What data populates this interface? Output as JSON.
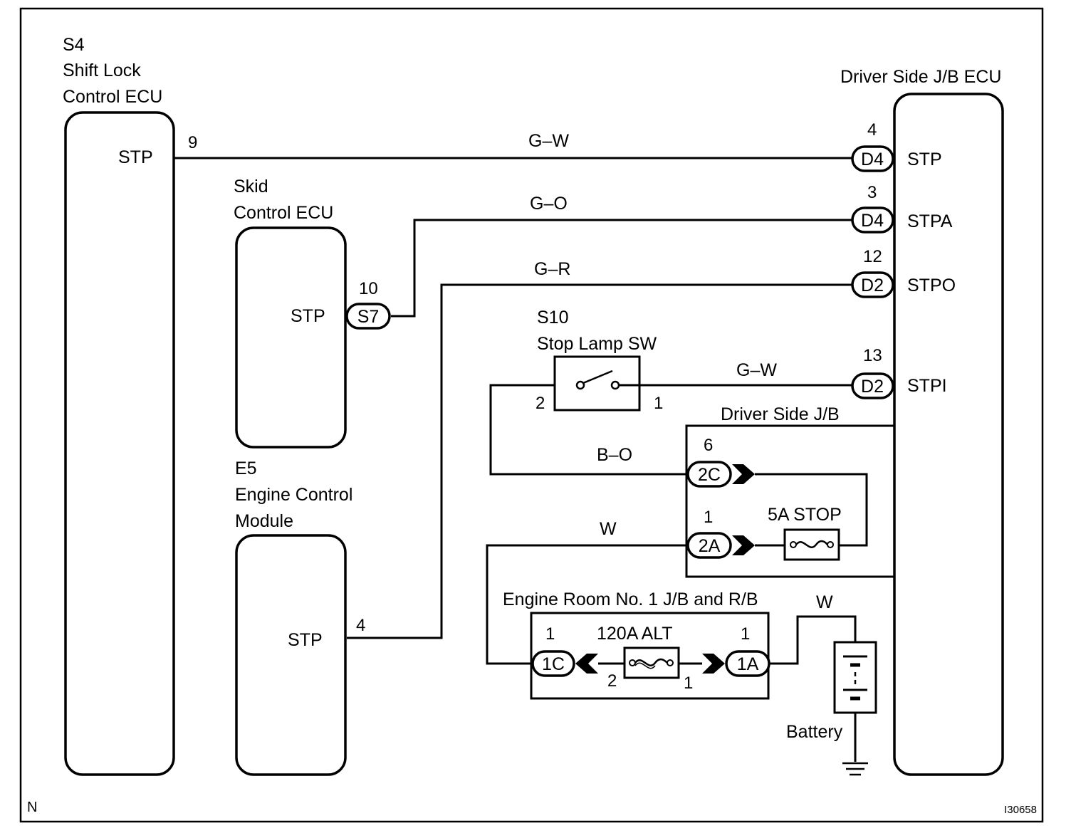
{
  "components": {
    "shift_lock_ecu": {
      "code": "S4",
      "name_line1": "Shift Lock",
      "name_line2": "Control ECU",
      "terminal": "STP",
      "pin": "9"
    },
    "skid_ecu": {
      "name_line1": "Skid",
      "name_line2": "Control ECU",
      "terminal": "STP",
      "pin": "10",
      "connector": "S7"
    },
    "engine_module": {
      "code": "E5",
      "name_line1": "Engine Control",
      "name_line2": "Module",
      "terminal": "STP",
      "pin": "4"
    },
    "driver_jb_ecu": {
      "name": "Driver Side J/B ECU",
      "terminals": [
        {
          "pin": "4",
          "connector": "D4",
          "label": "STP"
        },
        {
          "pin": "3",
          "connector": "D4",
          "label": "STPA"
        },
        {
          "pin": "12",
          "connector": "D2",
          "label": "STPO"
        },
        {
          "pin": "13",
          "connector": "D2",
          "label": "STPI"
        }
      ]
    },
    "stop_lamp_sw": {
      "code": "S10",
      "name": "Stop Lamp SW",
      "pin_left": "2",
      "pin_right": "1"
    },
    "driver_jb": {
      "name": "Driver Side J/B",
      "pin_2c": "6",
      "conn_2c": "2C",
      "pin_2a": "1",
      "conn_2a": "2A",
      "fuse": "5A STOP"
    },
    "engine_room_jb": {
      "name": "Engine Room No. 1 J/B and R/B",
      "fuse": "120A ALT",
      "pin_1c": "1",
      "conn_1c": "1C",
      "pin_1a": "1",
      "conn_1a": "1A",
      "fuse_pin_left": "2",
      "fuse_pin_right": "1"
    },
    "battery": {
      "name": "Battery"
    }
  },
  "wires": {
    "w1": "G–W",
    "w2": "G–O",
    "w3": "G–R",
    "w4": "G–W",
    "w5": "B–O",
    "w6": "W",
    "w7": "W"
  },
  "corner_left": "N",
  "corner_right": "I30658"
}
